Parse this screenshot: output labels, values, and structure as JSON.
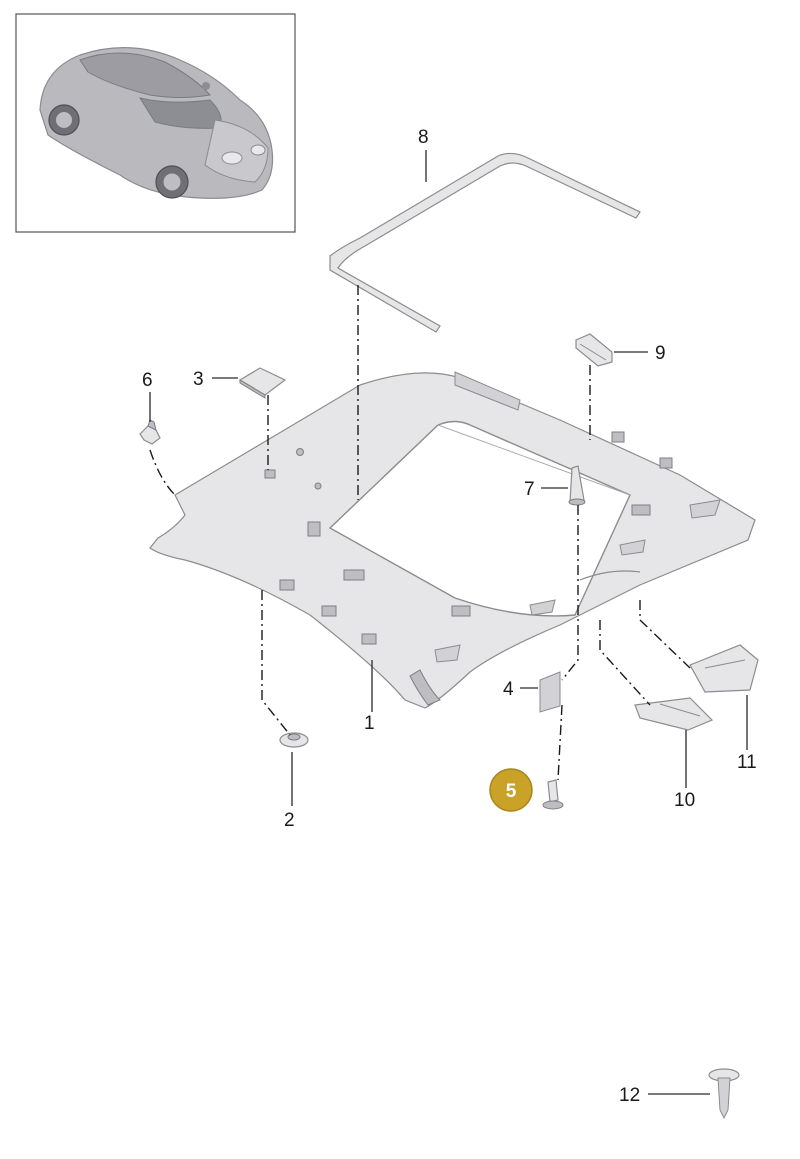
{
  "diagram": {
    "highlighted_part": "5",
    "highlight_color": "#c9a227",
    "line_color": "#1a1a1a",
    "part_color": "#e6e6e8",
    "callouts": [
      {
        "id": "1",
        "label": "1"
      },
      {
        "id": "2",
        "label": "2"
      },
      {
        "id": "3",
        "label": "3"
      },
      {
        "id": "4",
        "label": "4"
      },
      {
        "id": "5",
        "label": "5"
      },
      {
        "id": "6",
        "label": "6"
      },
      {
        "id": "7",
        "label": "7"
      },
      {
        "id": "8",
        "label": "8"
      },
      {
        "id": "9",
        "label": "9"
      },
      {
        "id": "10",
        "label": "10"
      },
      {
        "id": "11",
        "label": "11"
      },
      {
        "id": "12",
        "label": "12"
      }
    ]
  }
}
